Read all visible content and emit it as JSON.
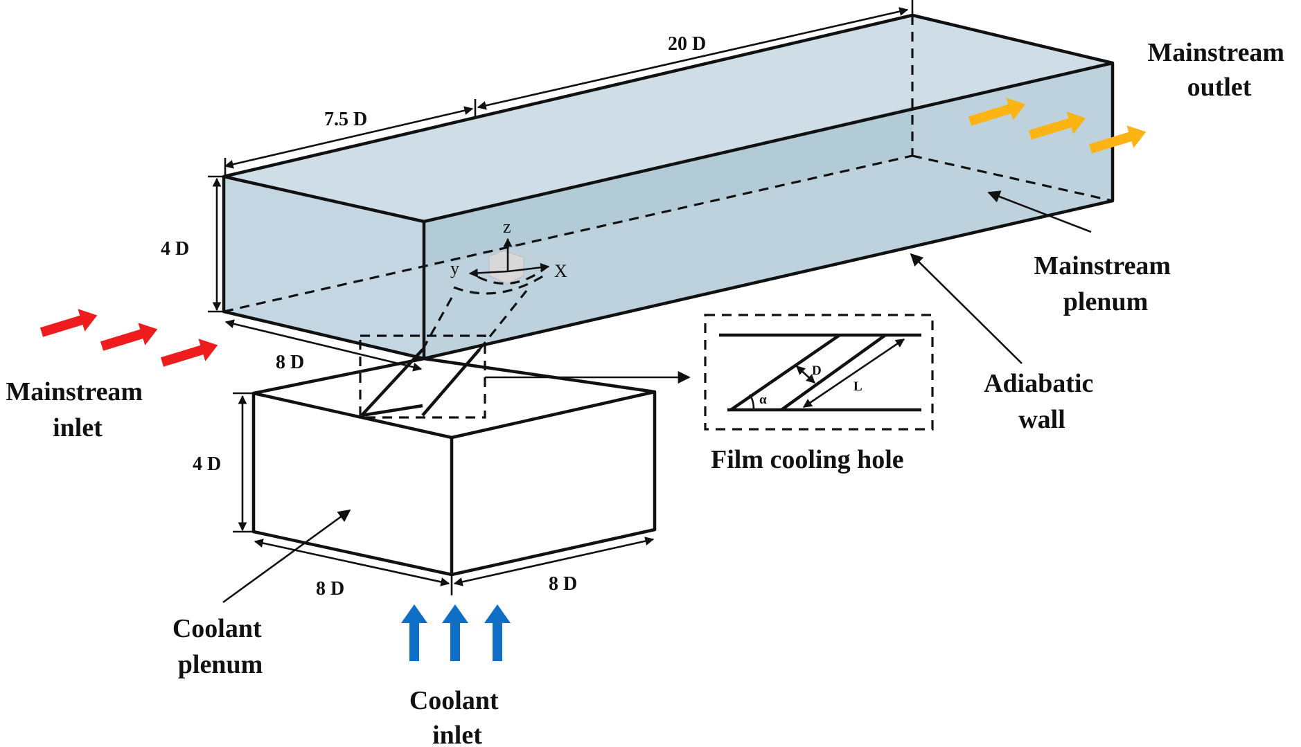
{
  "labels": {
    "mainstream_outlet": [
      "Mainstream",
      "outlet"
    ],
    "mainstream_inlet": [
      "Mainstream",
      "inlet"
    ],
    "mainstream_plenum": [
      "Mainstream",
      "plenum"
    ],
    "adiabatic_wall": [
      "Adiabatic",
      "wall"
    ],
    "coolant_plenum": [
      "Coolant",
      "plenum"
    ],
    "coolant_inlet": [
      "Coolant",
      "inlet"
    ],
    "film_cooling_hole": "Film cooling hole"
  },
  "dimensions": {
    "top_length_a": "7.5 D",
    "top_length_b": "20 D",
    "duct_height": "4 D",
    "duct_width": "8 D",
    "plenum_height": "4 D",
    "plenum_width_left": "8 D",
    "plenum_width_right": "8 D"
  },
  "axes": {
    "z": "z",
    "y": "y",
    "x": "X"
  },
  "inset": {
    "hole_diameter": "D",
    "hole_length": "L",
    "angle": "α"
  },
  "colors": {
    "duct_fill": "#cfdde6",
    "duct_front_fill": "#b7ccd8",
    "mainstream_arrow": "#ee1c1c",
    "outlet_arrow": "#fbb414",
    "coolant_arrow": "#0f6fc6",
    "outline": "#111111"
  },
  "icons": {
    "inlet_flow": "red-arrow-icon",
    "outlet_flow": "yellow-arrow-icon",
    "coolant_flow": "blue-arrow-icon"
  }
}
